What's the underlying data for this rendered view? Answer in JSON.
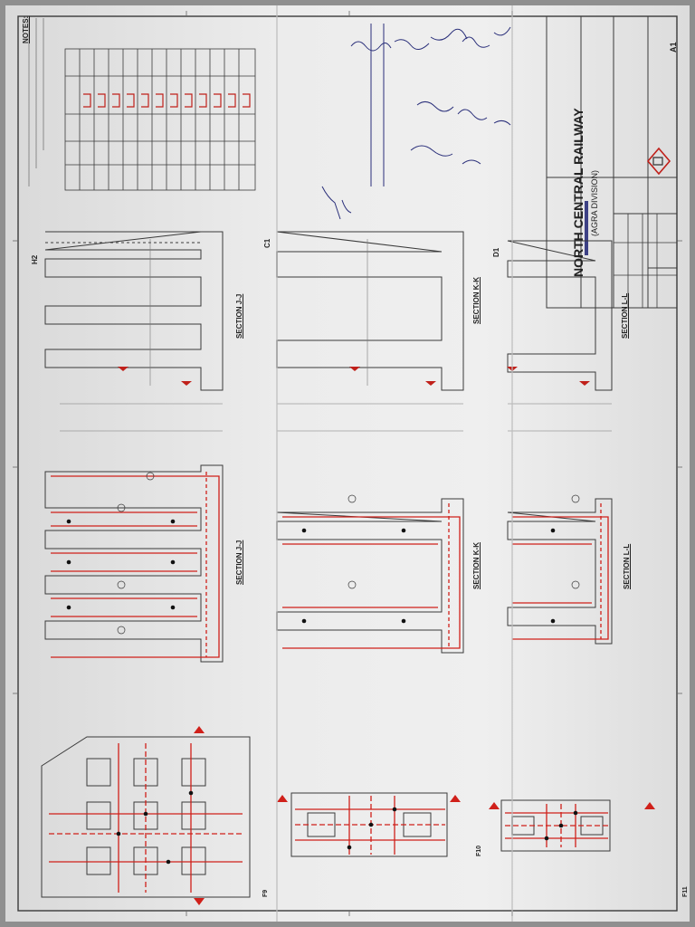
{
  "title_block": {
    "railway": "NORTH CENTRAL RAILWAY",
    "division": "(AGRA DIVISION)",
    "sheet_size": "A1"
  },
  "notes": {
    "heading": "NOTES:"
  },
  "sections": {
    "j_upper": "SECTION J-J",
    "j_lower": "SECTION J-J",
    "k_upper": "SECTION K-K",
    "k_lower": "SECTION K-K",
    "l_upper": "SECTION L-L",
    "l_lower": "SECTION L-L"
  },
  "foundation_marks": {
    "f9": "F9",
    "f10": "F10",
    "f11": "F11"
  },
  "bar_marks": {
    "h2": "H2",
    "c1": "C1",
    "d1": "D1"
  },
  "colors": {
    "paper": "#ececec",
    "linework": "#3a3a3a",
    "reinforcement": "#d0201a",
    "pen": "#2a2f7a"
  }
}
